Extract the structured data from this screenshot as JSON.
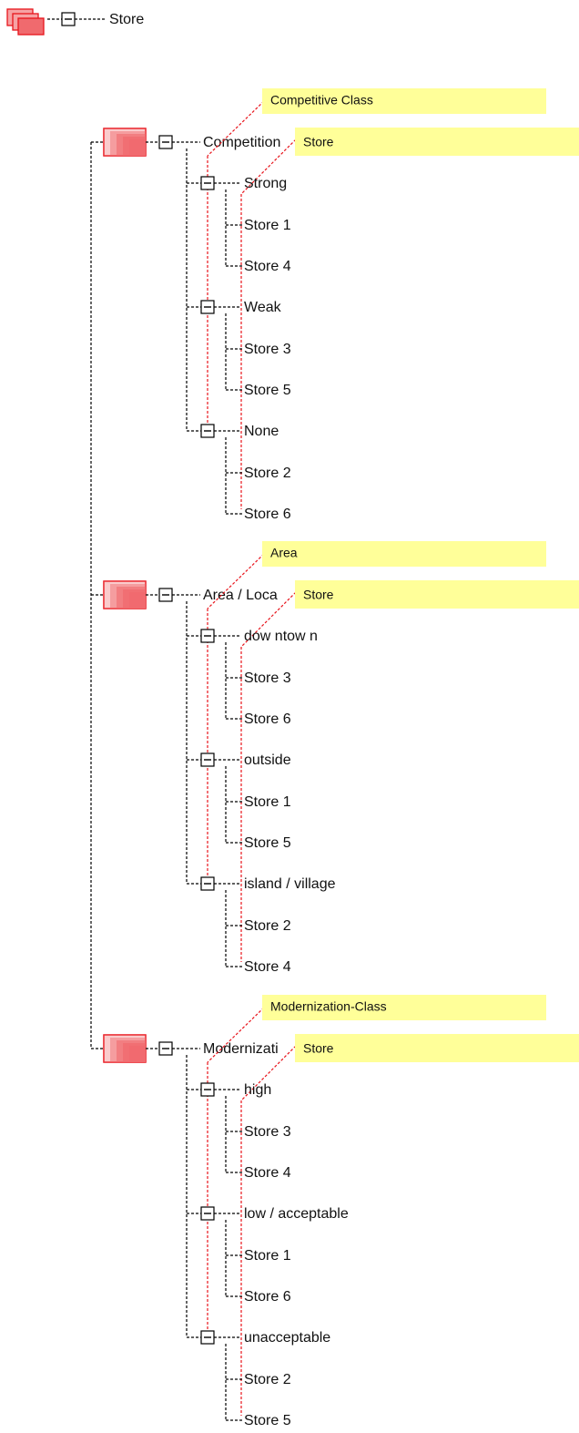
{
  "root": {
    "label": "Store"
  },
  "colors": {
    "line": "#000000",
    "highlight_line": "#e8141b",
    "note_bg": "#ffff99",
    "icon_border": "#e8141b",
    "icon_fill": "#f06a6e"
  },
  "groups": [
    {
      "label": "Competition",
      "note_class": "Competitive Class",
      "note_instance": "Store",
      "categories": [
        {
          "label": "Strong",
          "items": [
            "Store 1",
            "Store 4"
          ]
        },
        {
          "label": "Weak",
          "items": [
            "Store 3",
            "Store 5"
          ]
        },
        {
          "label": "None",
          "items": [
            "Store 2",
            "Store 6"
          ]
        }
      ]
    },
    {
      "label": "Area / Loca",
      "note_class": "Area",
      "note_instance": "Store",
      "categories": [
        {
          "label": "dow ntow n",
          "items": [
            "Store 3",
            "Store 6"
          ]
        },
        {
          "label": "outside",
          "items": [
            "Store 1",
            "Store 5"
          ]
        },
        {
          "label": "island / village",
          "items": [
            "Store 2",
            "Store 4"
          ]
        }
      ]
    },
    {
      "label": "Modernizati",
      "note_class": "Modernization-Class",
      "note_instance": "Store",
      "categories": [
        {
          "label": "high",
          "items": [
            "Store 3",
            "Store 4"
          ]
        },
        {
          "label": "low / acceptable",
          "items": [
            "Store 1",
            "Store 6"
          ]
        },
        {
          "label": "unacceptable",
          "items": [
            "Store 2",
            "Store 5"
          ]
        }
      ]
    }
  ]
}
